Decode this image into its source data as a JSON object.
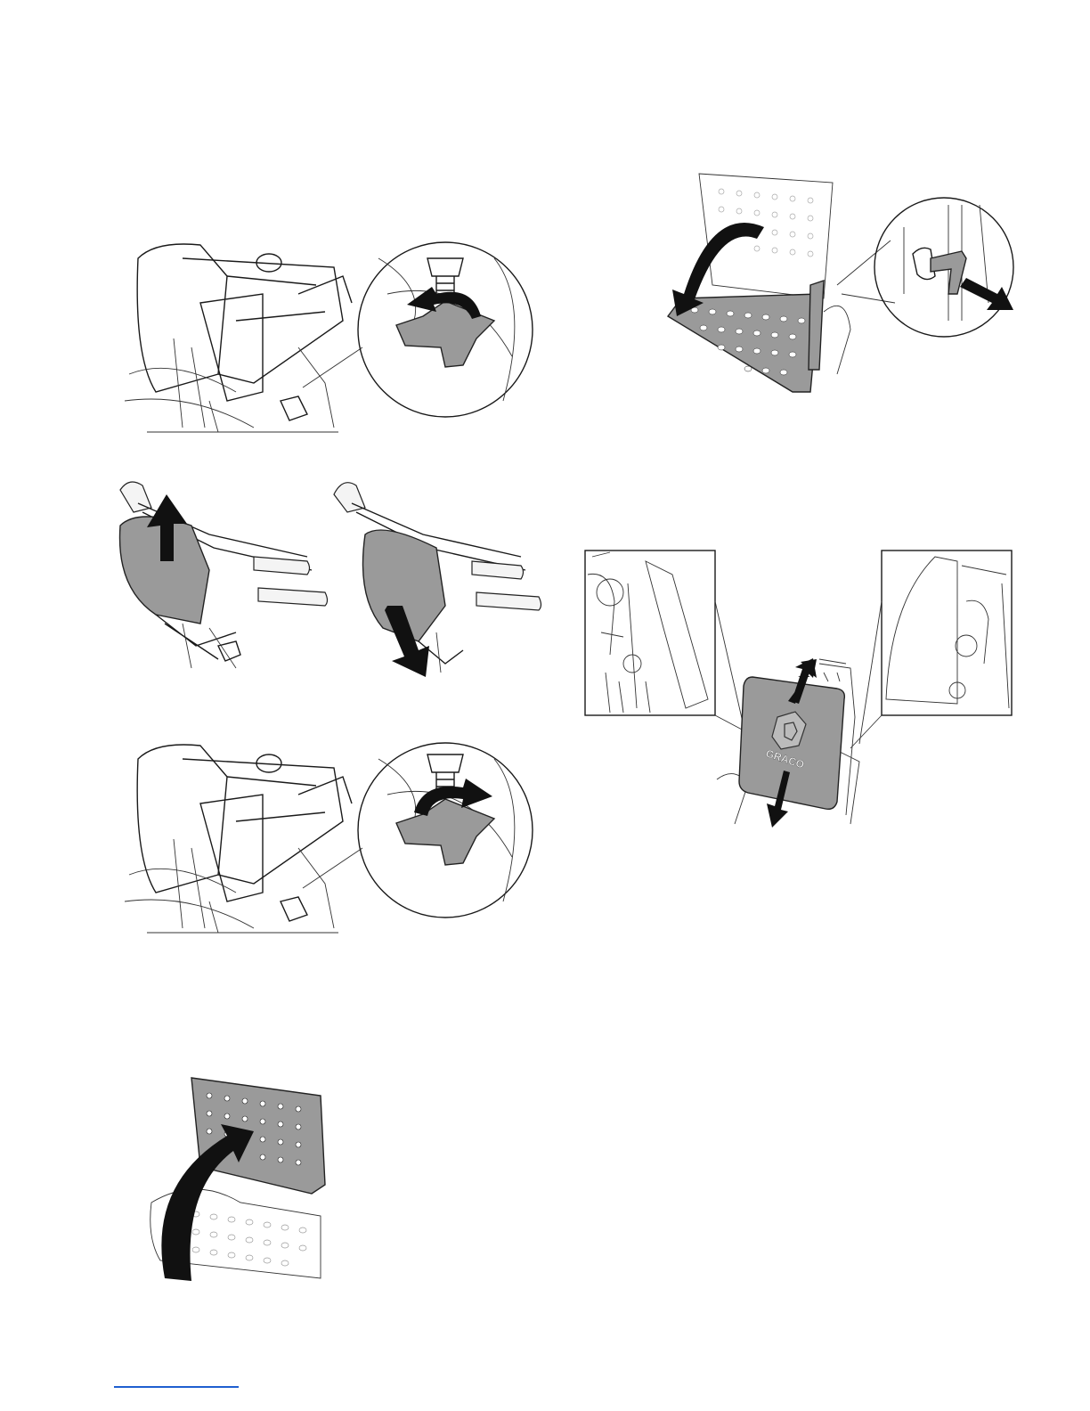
{
  "page": {
    "background": "#ffffff",
    "accent": "#1f5fd0"
  },
  "figures": [
    {
      "id": "fig-knob-loosen",
      "icon": "knob-counterclockwise-arrow"
    },
    {
      "id": "fig-handle-raise",
      "icon": "up-arrow"
    },
    {
      "id": "fig-handle-lower",
      "icon": "down-arrow"
    },
    {
      "id": "fig-knob-tighten",
      "icon": "knob-clockwise-arrow"
    },
    {
      "id": "fig-platform-fold-up",
      "icon": "curved-arrow-up"
    },
    {
      "id": "fig-platform-fold-down",
      "icon": "curved-arrow-down"
    },
    {
      "id": "fig-cover-remove",
      "icon": "up-down-arrows"
    }
  ],
  "cover": {
    "logo_text": "GRACO"
  }
}
